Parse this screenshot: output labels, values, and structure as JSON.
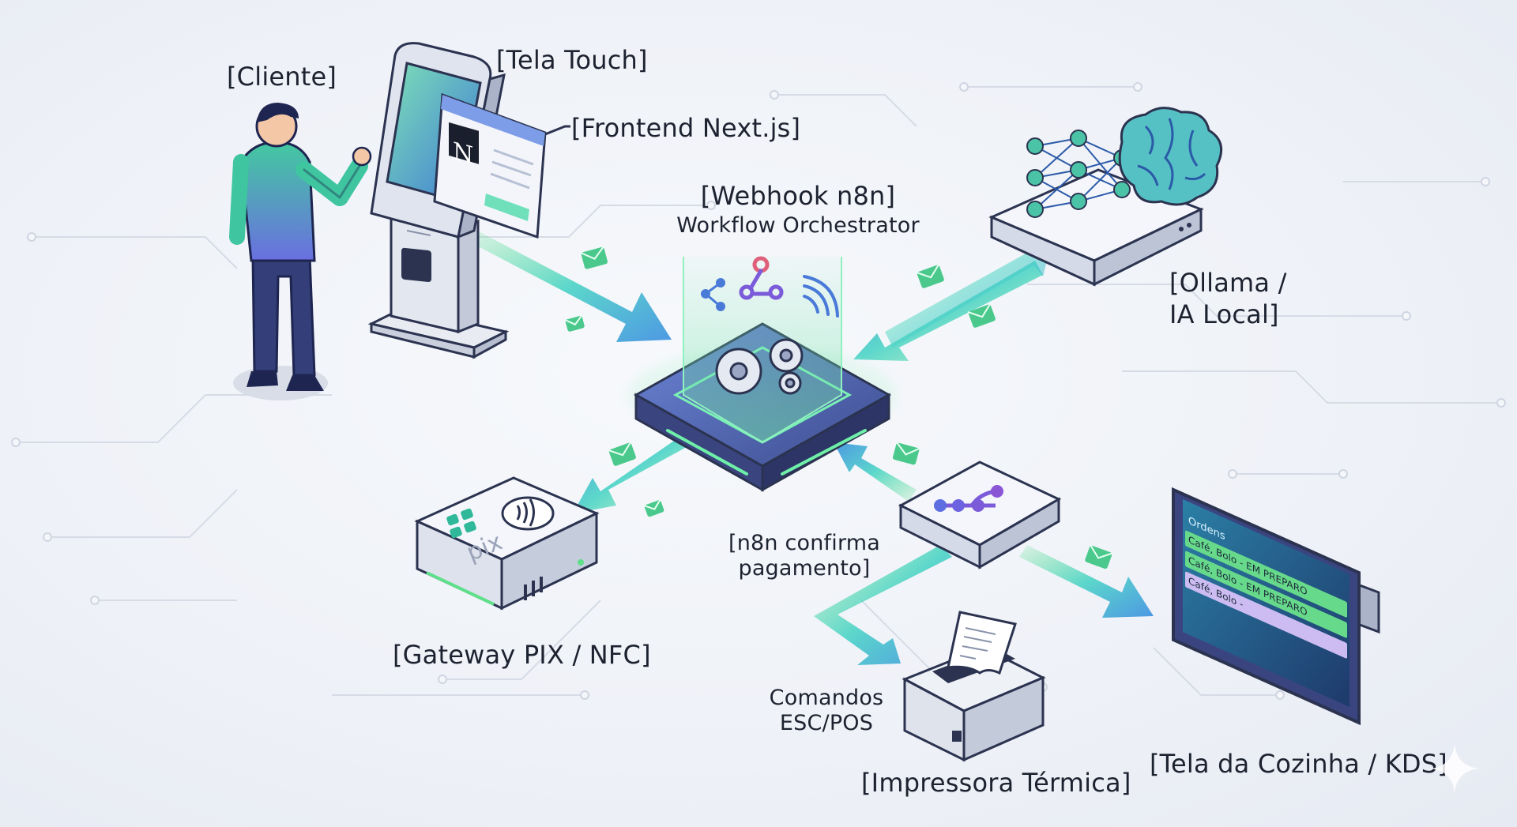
{
  "labels": {
    "cliente": "[Cliente]",
    "tela_touch": "[Tela Touch]",
    "frontend": "[Frontend Next.js]",
    "webhook_title": "[Webhook n8n]",
    "webhook_sub": "Workflow Orchestrator",
    "ollama_l1": "[Ollama /",
    "ollama_l2": "IA Local]",
    "confirma_l1": "[n8n confirma",
    "confirma_l2": "pagamento]",
    "gateway": "[Gateway PIX / NFC]",
    "comandos_l1": "Comandos",
    "comandos_l2": "ESC/POS",
    "impressora": "[Impressora Térmica]",
    "kds": "[Tela da Cozinha / KDS]"
  },
  "kds_screen": {
    "header": "Ordens",
    "rows": [
      {
        "text": "Café, Bolo - EM PREPARO",
        "status": "preparo"
      },
      {
        "text": "Café, Bolo - EM PREPARO",
        "status": "preparo"
      },
      {
        "text": "Café, Bolo -",
        "status": "pending"
      }
    ]
  },
  "gateway_logo": "pix",
  "frontend_logo": "N",
  "colors": {
    "teal": "#2fc7a6",
    "green": "#5ee08a",
    "blue": "#3a8ee0",
    "purple": "#7b5bd9",
    "navy": "#2b3350",
    "envelope": "#4bc98d"
  },
  "icons": [
    "person-icon",
    "kiosk-icon",
    "browser-window-icon",
    "gear-icon",
    "webhook-icon",
    "share-icon",
    "wifi-icon",
    "neural-network-icon",
    "brain-icon",
    "pix-logo-icon",
    "nfc-icon",
    "printer-icon",
    "receipt-icon",
    "monitor-icon",
    "workflow-icon",
    "envelope-icon",
    "sparkle-icon"
  ]
}
